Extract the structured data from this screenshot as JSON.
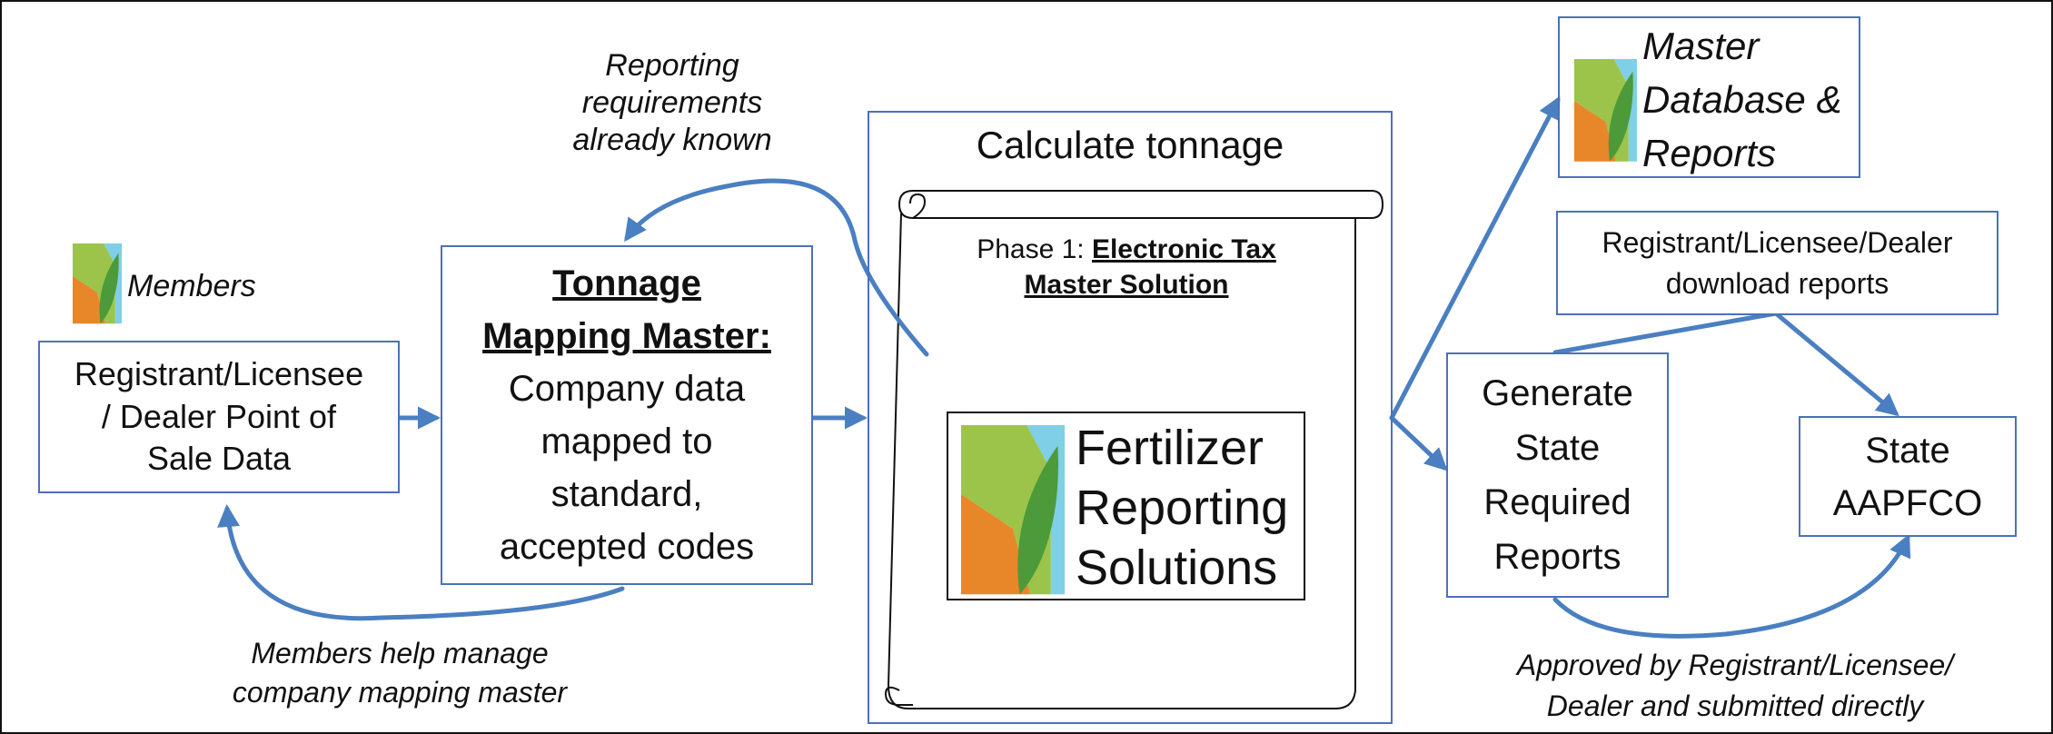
{
  "diagram": {
    "labels": {
      "reporting_known": [
        "Reporting",
        "requirements",
        "already known"
      ],
      "members": "Members",
      "pos_data": [
        "Registrant/Licensee",
        "/  Dealer Point of",
        "Sale Data"
      ],
      "mapping_master_title": [
        "Tonnage",
        "Mapping Master:"
      ],
      "mapping_master_body": [
        "Company data",
        "mapped to",
        "standard,",
        "accepted codes"
      ],
      "members_help": [
        "Members help manage",
        "company mapping master"
      ],
      "calc_title": "Calculate tonnage",
      "phase_prefix": "Phase 1: ",
      "phase_title": [
        "Electronic Tax",
        "Master Solution"
      ],
      "frs_logo_text": [
        "Fertilizer",
        "Reporting",
        "Solutions"
      ],
      "master_db": [
        "Master",
        "Database &",
        "Reports"
      ],
      "download_reports": [
        "Registrant/Licensee/Dealer",
        "download reports"
      ],
      "generate_reports": [
        "Generate",
        "State",
        "Required",
        "Reports"
      ],
      "state_aapfco": [
        "State",
        "AAPFCO"
      ],
      "approved": [
        "Approved by Registrant/Licensee/",
        "Dealer and submitted directly"
      ]
    },
    "colors": {
      "box_border": "#4a72b8",
      "arrow": "#4a7fc1",
      "logo_green_light": "#9cc44a",
      "logo_green_dark": "#4c9a3a",
      "logo_orange": "#e8862a",
      "logo_blue": "#7fcfe6"
    }
  }
}
